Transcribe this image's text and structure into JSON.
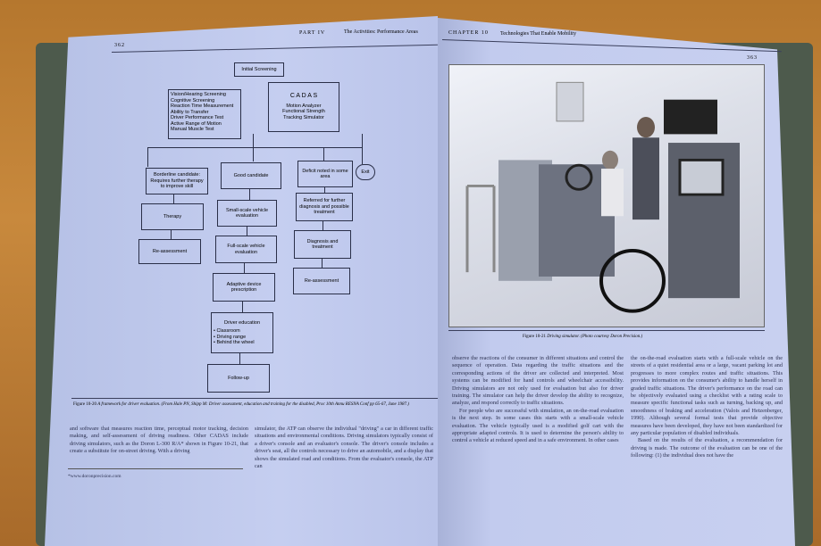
{
  "left_page": {
    "page_number": "362",
    "running_head_part": "PART IV",
    "running_head_title": "The Activities: Performance Areas",
    "flowchart": {
      "initial": "Initial Screening",
      "screening_list": [
        "Vision/Hearing Screening",
        "Cognitive Screening",
        "Reaction Time Measurement",
        "Ability to Transfer",
        "Driver Performance Test",
        "Active Range of Motion",
        "Manual Muscle Test"
      ],
      "cadas_title": "C A D A S",
      "cadas_list": [
        "Motion Analyzer",
        "Functional Strength",
        "Tracking Simulator"
      ],
      "borderline": "Borderline candidate: Requires further therapy to improve skill",
      "good": "Good candidate",
      "deficit": "Deficit noted in some area",
      "exit": "Exit",
      "therapy": "Therapy",
      "small_scale": "Small-scale vehicle evaluation",
      "referred": "Referred for further diagnosis and possible treatment",
      "reassessment_left": "Re-assessment",
      "full_scale": "Full-scale vehicle evaluation",
      "diagnosis": "Diagnosis and treatment",
      "adaptive": "Adaptive device prescription",
      "reassessment_right": "Re-assessment",
      "driver_ed_title": "Driver education",
      "driver_ed_items": [
        "• Classroom",
        "• Driving range",
        "• Behind the wheel"
      ],
      "follow_up": "Follow-up"
    },
    "caption_label": "Figure 10-20",
    "caption_text": "A framework for driver evaluation. (From Hale PN, Shipp M: Driver assessment, education and training for the disabled, Proc 10th Annu RESNA Conf pp 65-67, June 1987.)",
    "col1": "and software that measures reaction time, perceptual motor tracking, decision making, and self-assessment of driving readiness. Other CADAS include driving simulators, such as the Doron L-300 R/A* shown in Figure 10-21, that create a substitute for on-street driving. With a driving",
    "footnote": "*www.doronprecision.com",
    "col2": "simulator, the ATP can observe the individual \"driving\" a car in different traffic situations and environmental conditions. Driving simulators typically consist of a driver's console and an evaluator's console. The driver's console includes a driver's seat, all the controls necessary to drive an automobile, and a display that shows the simulated road and conditions. From the evaluator's console, the ATP can"
  },
  "right_page": {
    "page_number": "363",
    "running_head_chapter": "CHAPTER 10",
    "running_head_title": "Technologies That Enable Mobility",
    "caption_label": "Figure 10-21",
    "caption_text": "Driving simulator. (Photo courtesy Doron Precision.)",
    "col1_p1": "observe the reactions of the consumer in different situations and control the sequence of operation. Data regarding the traffic situations and the corresponding actions of the driver are collected and interpreted. Most systems can be modified for hand controls and wheelchair accessibility. Driving simulators are not only used for evaluation but also for driver training. The simulator can help the driver develop the ability to recognize, analyze, and respond correctly to traffic situations.",
    "col1_p2": "For people who are successful with simulation, an on-the-road evaluation is the next step. In some cases this starts with a small-scale vehicle evaluation. The vehicle typically used is a modified golf cart with the appropriate adapted controls. It is used to determine the person's ability to control a vehicle at reduced speed and in a safe environment. In other cases",
    "col2_p1": "the on-the-road evaluation starts with a full-scale vehicle on the streets of a quiet residential area or a large, vacant parking lot and progresses to more complex routes and traffic situations. This provides information on the consumer's ability to handle herself in graded traffic situations. The driver's performance on the road can be objectively evaluated using a checklist with a rating scale to measure specific functional tasks such as turning, backing up, and smoothness of braking and acceleration (Valois and Hetzenberger, 1990). Although several formal tests that provide objective measures have been developed, they have not been standardized for any particular population of disabled individuals.",
    "col2_p2": "Based on the results of the evaluation, a recommendation for driving is made. The outcome of the evaluation can be one of the following: (1) the individual does not have the"
  }
}
